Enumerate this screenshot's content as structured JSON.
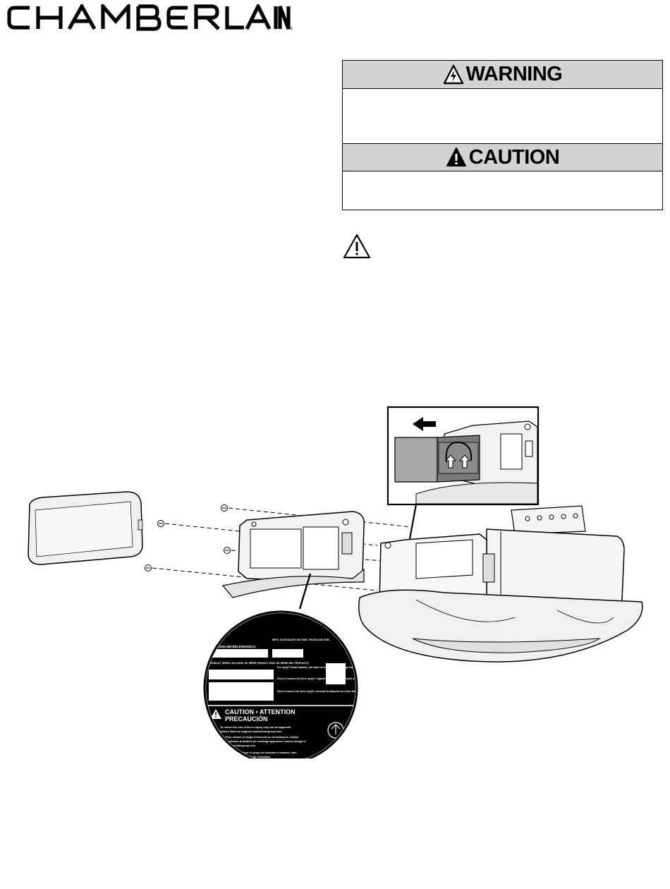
{
  "brand": {
    "name": "CHAMBERLAIN"
  },
  "safety_box": {
    "warning": {
      "label": "WARNING",
      "icon": "electric-shock-warning-icon"
    },
    "caution": {
      "label": "CAUTION",
      "icon": "exclamation-caution-icon"
    }
  },
  "safety_alert_icon": "safety-alert-triangle-icon",
  "label_sticker": {
    "model": "MODEL/MODÈLE/MODELO",
    "mfg_date": "MFG. DATE/DATE DE FAB. FECHA DE FAB.",
    "serial": "PRODUCT SERIAL NO./NUM. DE SÉRIE PRODUIT NUM. DE SERIE DEL PRODUCTO",
    "myq_en": "For myQ® Serial Number, see label on other side of garage door opener.",
    "myq_fr": "Pour le Numéro de Série myQ®, regardez l'étiquette sur l'autre côté de l'ouvre-porte de garage.",
    "myq_es": "Para el número de serie myQ®, consulte la etiqueta en el otro lado del abridor de puerta de cochera.",
    "caution_title": "CAUTION • ATTENTION",
    "caution_title_es": "PRECAUCIÓN",
    "caution_line1": "To reduce the risk of fire or injury only use an approved",
    "caution_line2": "battery listed on support.chamberlaingroup.com",
    "caution_line3": "Pour réduire le risque d'incendie ou de blessures, utiliser",
    "caution_line4": "seulement la batterie de rechange approuvée comme indiqué à",
    "caution_line5": "chamberlaingroup.com",
    "caution_line6": "Para reducir el riesgo de incendio o lesiones, sólo",
    "caution_line7": "use una batería de reemplazo"
  }
}
